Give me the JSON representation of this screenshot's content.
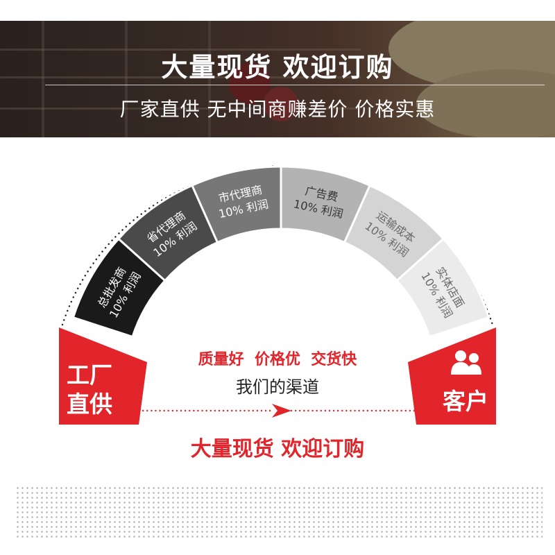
{
  "banner": {
    "title": "大量现货 欢迎订购",
    "subtitle": "厂家直供 无中间商赚差价 价格实惠"
  },
  "arc_segments": [
    {
      "name": "总批发商",
      "profit": "10% 利润",
      "color": "#1a1a1a"
    },
    {
      "name": "省代理商",
      "profit": "10% 利润",
      "color": "#4a4a4a"
    },
    {
      "name": "市代理商",
      "profit": "10% 利润",
      "color": "#777777"
    },
    {
      "name": "广告费",
      "profit": "10% 利润",
      "color": "#b3b3b3"
    },
    {
      "name": "运输成本",
      "profit": "10% 利润",
      "color": "#d4d4d4"
    },
    {
      "name": "实体店面",
      "profit": "10% 利润",
      "color": "#ebebeb"
    }
  ],
  "factory_label": [
    "工厂",
    "直供"
  ],
  "customer_label": "客户",
  "qualities": "质量好  价格优  交货快",
  "channel_label": "我们的渠道",
  "bottom_slogan": "大量现货 欢迎订购",
  "colors": {
    "accent": "#e1252b"
  },
  "icons": [
    "customers-icon"
  ]
}
